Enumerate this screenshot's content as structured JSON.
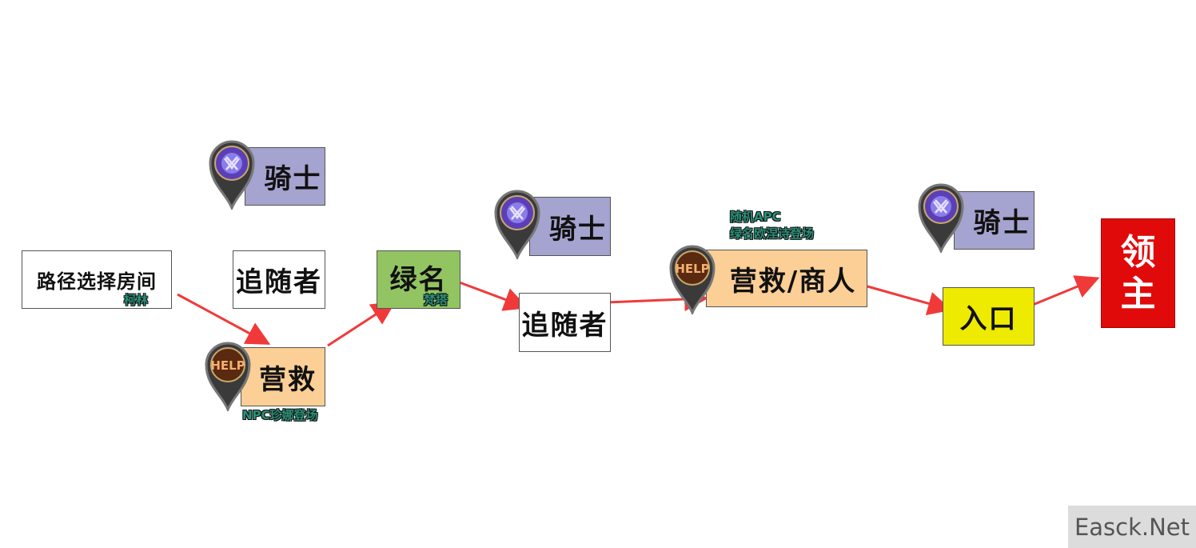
{
  "nodes": {
    "route_select": {
      "label": "路径选择房间",
      "sub": "柯林"
    },
    "follower_1": {
      "label": "追随者"
    },
    "knight_1": {
      "label": "骑士"
    },
    "rescue_1": {
      "label": "营救",
      "sub": "NPC珍娜登场"
    },
    "green_name": {
      "label": "绿名",
      "sub": "梵塔"
    },
    "knight_2": {
      "label": "骑士"
    },
    "follower_2": {
      "label": "追随者"
    },
    "rescue_merchant": {
      "label": "营救/商人",
      "note_line1": "随机APC",
      "note_line2": "绿名欧涅诗登场"
    },
    "knight_3": {
      "label": "骑士"
    },
    "entrance": {
      "label": "入口"
    },
    "boss": {
      "label_line1": "领",
      "label_line2": "主"
    }
  },
  "icons": {
    "help_text": "HELP"
  },
  "colors": {
    "knight": "#a5a3cf",
    "rescue": "#fbcf95",
    "green": "#92c462",
    "yellow": "#eeea00",
    "boss": "#e10a0a",
    "arrow": "#f03a3a",
    "subtext": "#2a8f78"
  },
  "watermark": "Easck.Net"
}
